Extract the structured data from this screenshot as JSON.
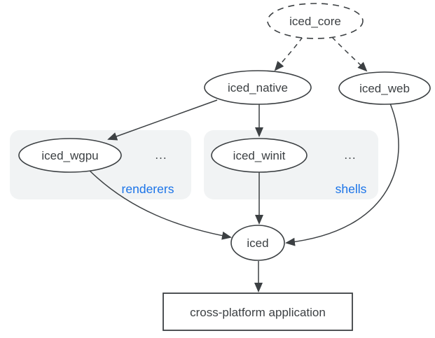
{
  "colors": {
    "background": "#ffffff",
    "stroke": "#3c4043",
    "text": "#3c4043",
    "node_fill": "#ffffff",
    "group_fill": "#f1f3f4",
    "group_label": "#1a73e8"
  },
  "nodes": {
    "iced_core": {
      "label": "iced_core",
      "shape": "ellipse",
      "border": "dashed"
    },
    "iced_native": {
      "label": "iced_native",
      "shape": "ellipse",
      "border": "solid"
    },
    "iced_web": {
      "label": "iced_web",
      "shape": "ellipse",
      "border": "solid"
    },
    "iced_wgpu": {
      "label": "iced_wgpu",
      "shape": "ellipse",
      "border": "solid"
    },
    "iced_winit": {
      "label": "iced_winit",
      "shape": "ellipse",
      "border": "solid"
    },
    "iced": {
      "label": "iced",
      "shape": "ellipse",
      "border": "solid"
    },
    "application": {
      "label": "cross-platform application",
      "shape": "rect",
      "border": "solid"
    }
  },
  "groups": {
    "renderers": {
      "label": "renderers",
      "ellipsis": "...",
      "members": [
        "iced_wgpu"
      ]
    },
    "shells": {
      "label": "shells",
      "ellipsis": "...",
      "members": [
        "iced_winit"
      ]
    }
  },
  "edges": [
    {
      "from": "iced_core",
      "to": "iced_native",
      "style": "dashed"
    },
    {
      "from": "iced_core",
      "to": "iced_web",
      "style": "dashed"
    },
    {
      "from": "iced_native",
      "to": "iced_wgpu",
      "style": "solid"
    },
    {
      "from": "iced_native",
      "to": "iced_winit",
      "style": "solid"
    },
    {
      "from": "iced_wgpu",
      "to": "iced",
      "style": "solid"
    },
    {
      "from": "iced_winit",
      "to": "iced",
      "style": "solid"
    },
    {
      "from": "iced_web",
      "to": "iced",
      "style": "solid"
    },
    {
      "from": "iced",
      "to": "application",
      "style": "solid"
    }
  ]
}
